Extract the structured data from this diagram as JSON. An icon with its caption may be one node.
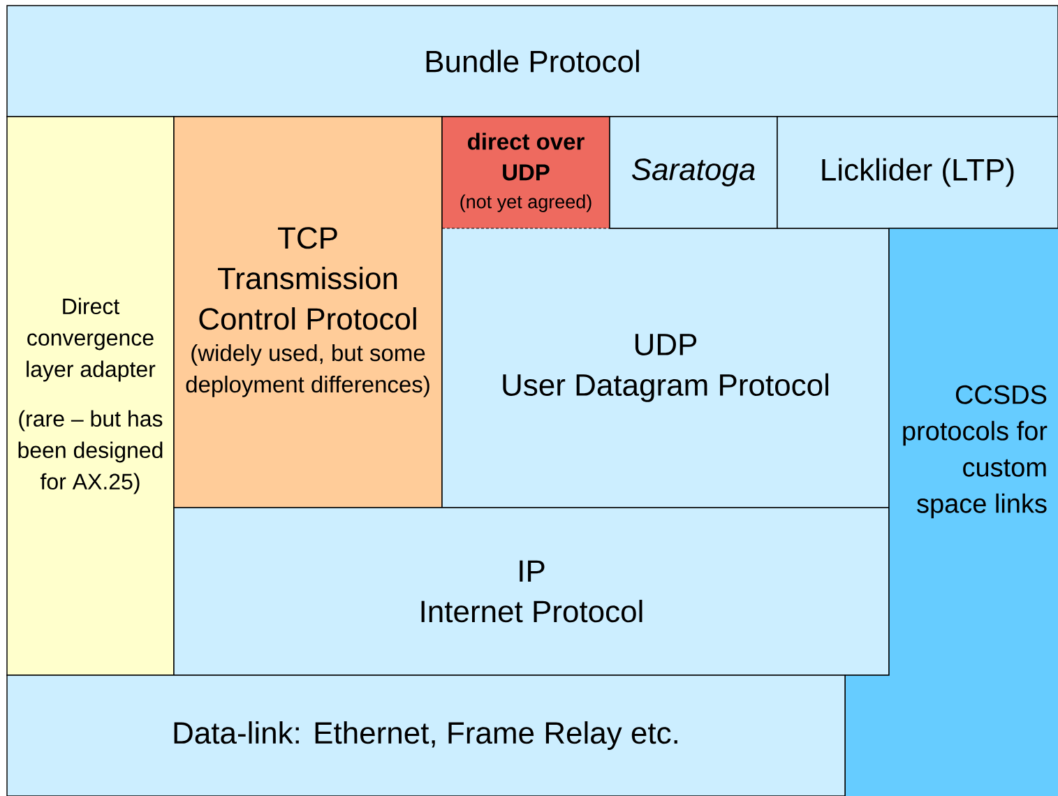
{
  "diagram": {
    "nodes": [
      {
        "text": [
          "Bundle Protocol"
        ]
      },
      {
        "text": [
          "Direct convergence layer adapter",
          "(rare – but has been designed for AX.25)"
        ]
      },
      {
        "text": [
          "TCP",
          "Transmission Control Protocol",
          "(widely used, but some deployment differences)"
        ]
      },
      {
        "text": [
          "direct over UDP",
          "(not yet agreed)"
        ]
      },
      {
        "text": [
          "Saratoga"
        ]
      },
      {
        "text": [
          "Licklider (LTP)"
        ]
      },
      {
        "text": [
          "UDP",
          "User Datagram Protocol"
        ]
      },
      {
        "text": [
          "CCSDS protocols for custom space links"
        ]
      },
      {
        "text": [
          "IP",
          "Internet Protocol"
        ]
      },
      {
        "text": [
          "Data-link: Ethernet, Frame Relay etc."
        ]
      }
    ]
  }
}
